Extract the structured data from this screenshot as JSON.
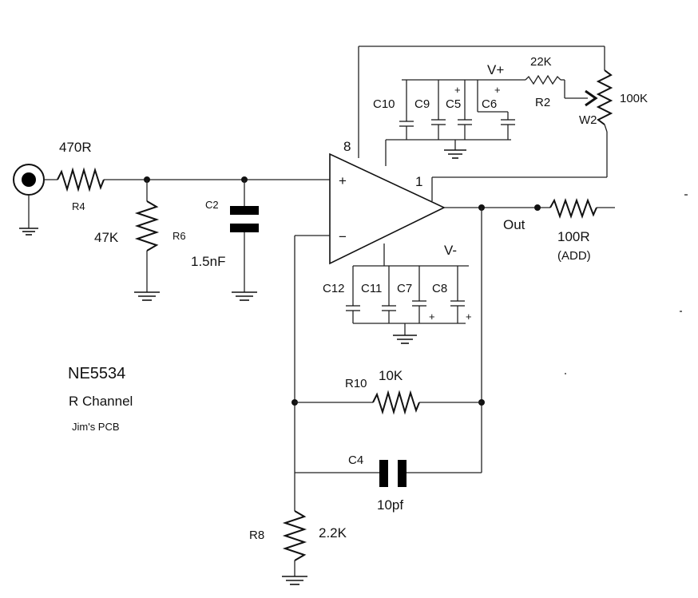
{
  "labels": {
    "in_r_value": "470R",
    "in_r_ref": "R4",
    "shunt_r_value": "47K",
    "shunt_r_ref": "R6",
    "in_c_ref": "C2",
    "in_c_value": "1.5nF",
    "pin8": "8",
    "pin1": "1",
    "plus": "+",
    "minus": "−",
    "vplus": "V+",
    "vminus": "V-",
    "c10": "C10",
    "c9": "C9",
    "c5": "C5",
    "c6": "C6",
    "c12": "C12",
    "c11": "C11",
    "c7": "C7",
    "c8": "C8",
    "pol_plus": "+",
    "trim_r_value": "22K",
    "trim_r_ref": "R2",
    "pot_value": "100K",
    "pot_ref": "W2",
    "out": "Out",
    "out_r_value": "100R",
    "out_r_note": "(ADD)",
    "fb_r_ref": "R10",
    "fb_r_value": "10K",
    "fb_c_ref": "C4",
    "fb_c_value": "10pf",
    "gnd_r_ref": "R8",
    "gnd_r_value": "2.2K",
    "title": "NE5534",
    "channel": "R Channel",
    "pcb": "Jim's PCB"
  }
}
